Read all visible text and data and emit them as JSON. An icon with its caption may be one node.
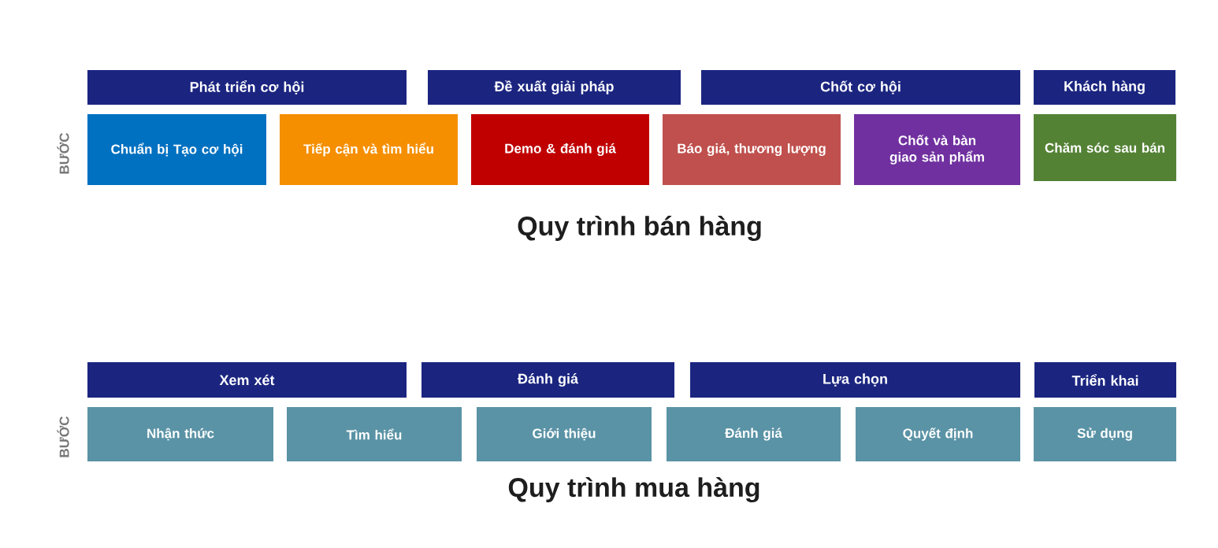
{
  "diagram": {
    "nodes": [
      {
        "text": [
          "Phát triển cơ hội"
        ]
      },
      {
        "text": [
          "Đề xuất giải pháp"
        ]
      },
      {
        "text": [
          "Chốt cơ hội"
        ]
      },
      {
        "text": [
          "Khách hàng"
        ]
      },
      {
        "text": [
          "Chuẩn bị Tạo cơ hội"
        ]
      },
      {
        "text": [
          "Tiếp cận và tìm hiểu"
        ]
      },
      {
        "text": [
          "Demo & đánh giá"
        ]
      },
      {
        "text": [
          "Báo giá, thương lượng"
        ]
      },
      {
        "text": [
          "Chốt và bàn giao sản phẩm"
        ]
      },
      {
        "text": [
          "Chăm sóc sau bán"
        ]
      },
      {
        "text": [
          "Xem xét"
        ]
      },
      {
        "text": [
          "Đánh giá"
        ]
      },
      {
        "text": [
          "Lựa chọn"
        ]
      },
      {
        "text": [
          "Triển khai"
        ]
      },
      {
        "text": [
          "Nhận thức"
        ]
      },
      {
        "text": [
          "Tìm hiểu"
        ]
      },
      {
        "text": [
          "Giới thiệu"
        ]
      },
      {
        "text": [
          "Đánh giá"
        ]
      },
      {
        "text": [
          "Quyết định"
        ]
      },
      {
        "text": [
          "Sử dụng"
        ]
      }
    ],
    "labels": [
      "BƯỚC",
      "Quy trình bán hàng",
      "BƯỚC",
      "Quy trình mua hàng"
    ]
  }
}
